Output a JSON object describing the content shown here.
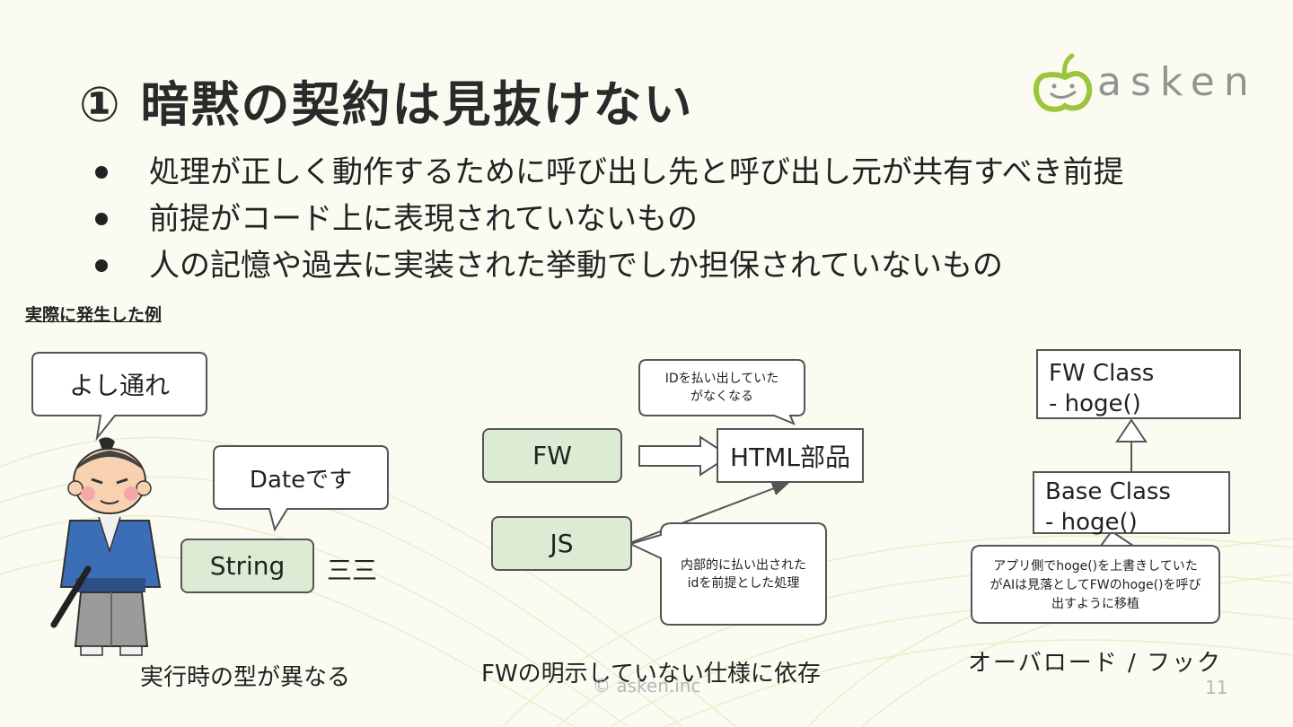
{
  "title": "① 暗黙の契約は見抜けない",
  "logo": {
    "text": "asken"
  },
  "bullets": [
    "処理が正しく動作するために呼び出し先と呼び出し元が共有すべき前提",
    "前提がコード上に表現されていないもの",
    "人の記憶や過去に実装された挙動でしか担保されていないもの"
  ],
  "example_label": "実際に発生した例",
  "example1": {
    "bubble_main": "よし通れ",
    "bubble_date": "Dateです",
    "string_box": "String",
    "marker": "三三",
    "caption": "実行時の型が異なる"
  },
  "example2": {
    "fw_box": "FW",
    "js_box": "JS",
    "html_box": "HTML部品",
    "bubble_top": "IDを払い出していたがなくなる",
    "bubble_bottom": "内部的に払い出されたidを前提とした処理",
    "caption": "FWの明示していない仕様に依存"
  },
  "example3": {
    "fw_class_name": "FW Class",
    "fw_class_method": "- hoge()",
    "base_class_name": "Base Class",
    "base_class_method": "- hoge()",
    "bubble": "アプリ側でhoge()を上書きしていたがAIは見落としてFWのhoge()を呼び出すように移植",
    "caption": "オーバロード / フック"
  },
  "footer": "© asken.inc",
  "page_number": "11",
  "colors": {
    "accent_green": "#dcebd3",
    "logo_green": "#9bc53d",
    "background": "#fbfbf2"
  }
}
